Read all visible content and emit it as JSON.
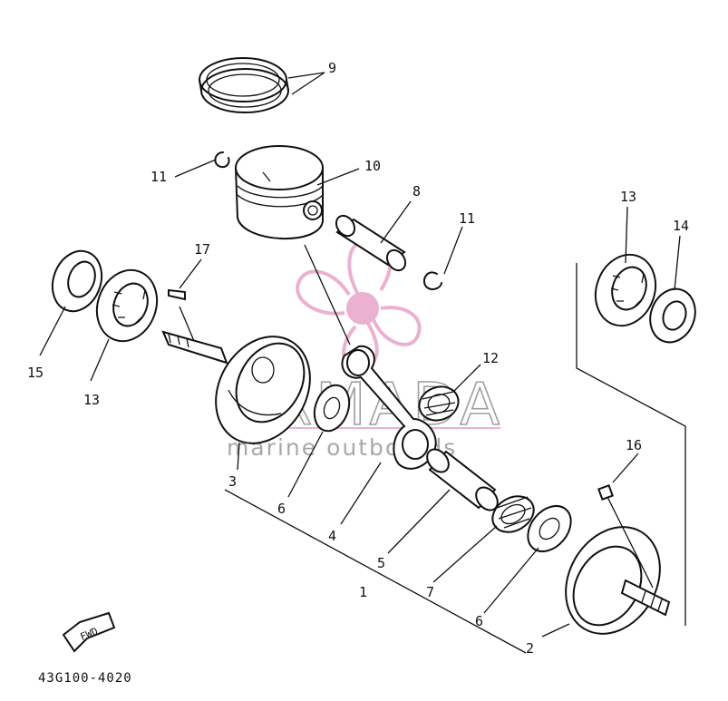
{
  "diagram": {
    "part_code": "43G100-4020",
    "fwd_label": "FWD",
    "callouts": [
      "1",
      "2",
      "3",
      "4",
      "5",
      "6",
      "6",
      "7",
      "8",
      "9",
      "10",
      "11",
      "11",
      "12",
      "13",
      "13",
      "14",
      "15",
      "16",
      "17"
    ]
  },
  "watermark": {
    "brand": "ARMADA",
    "tagline": "marine outboards",
    "colors": {
      "accent": "#e8a4c8",
      "text": "#8e8e8e"
    }
  }
}
